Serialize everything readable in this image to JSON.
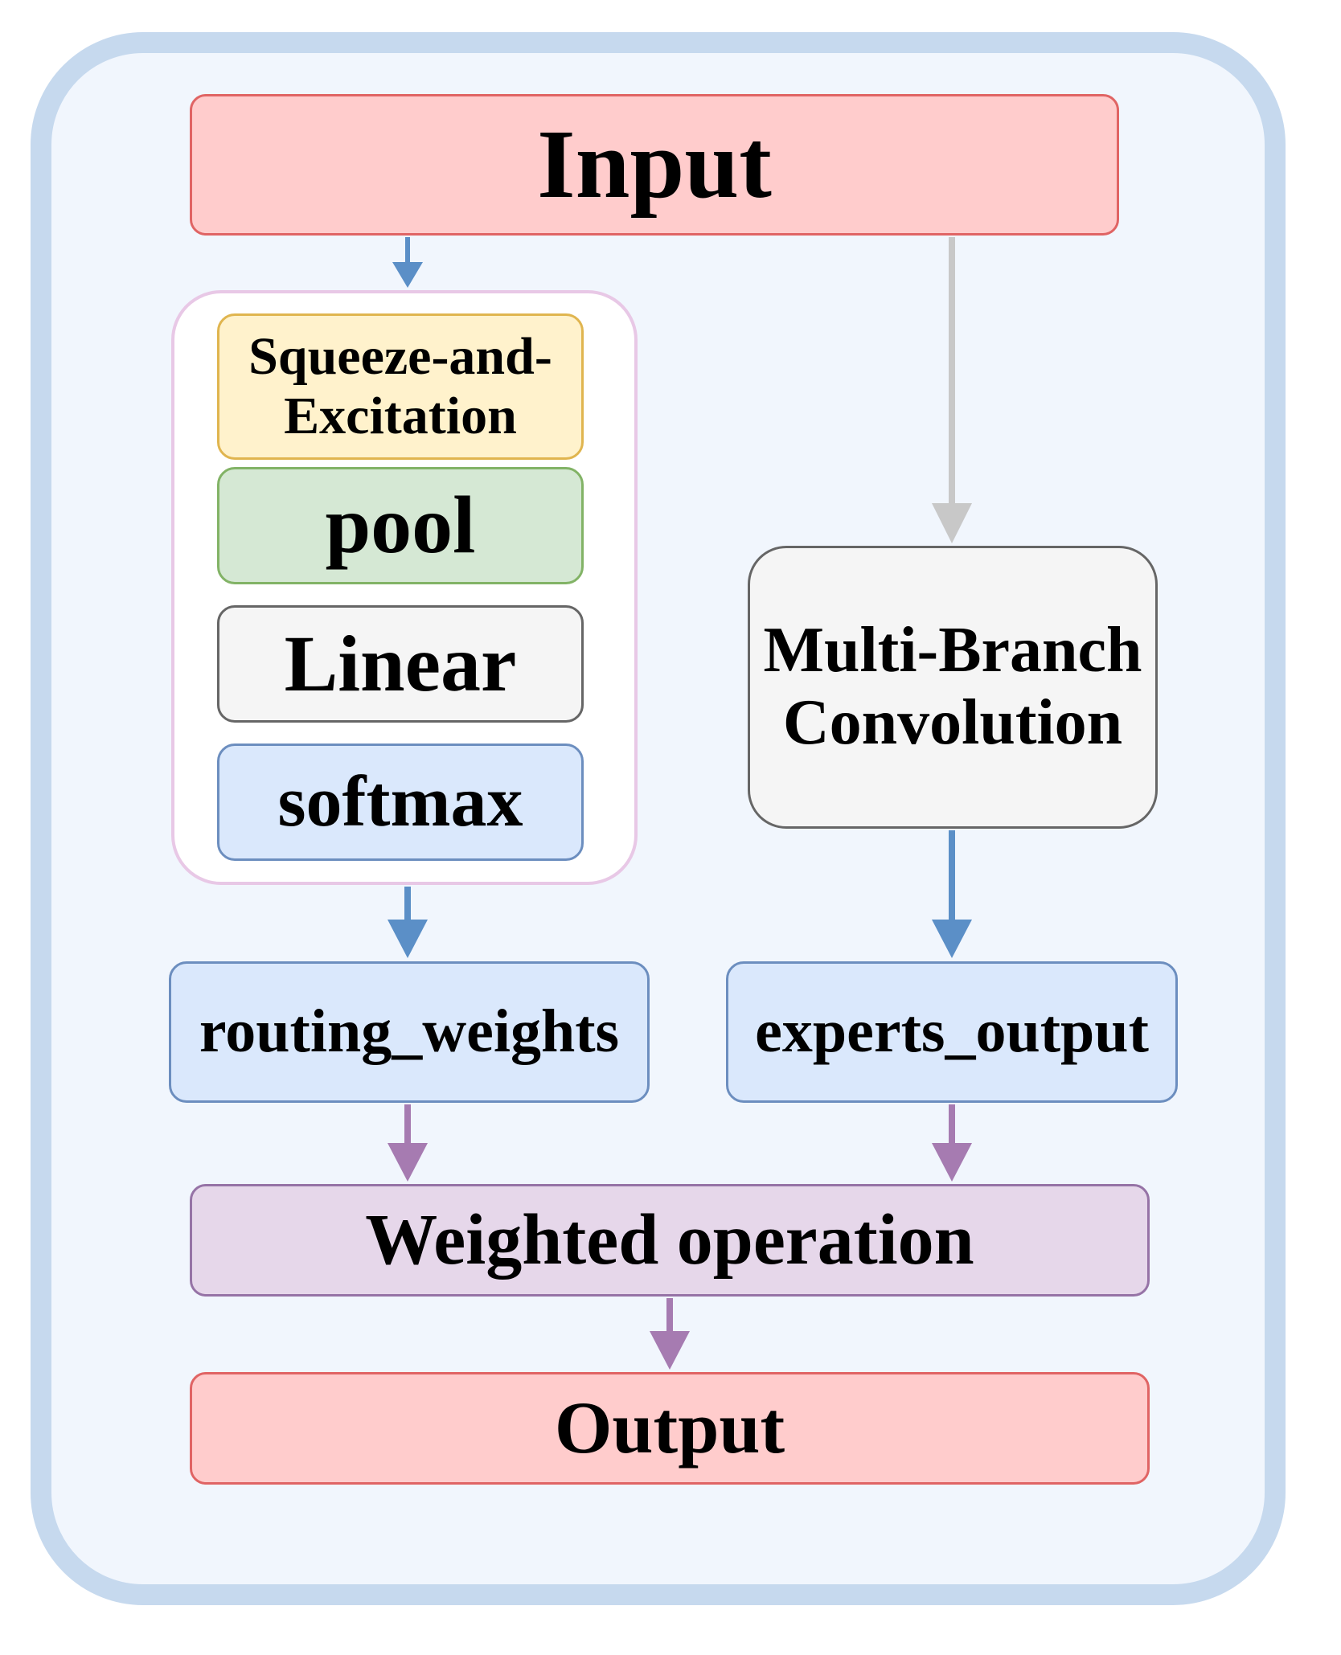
{
  "nodes": {
    "input": "Input",
    "se": "Squeeze-and-\nExcitation",
    "pool": "pool",
    "linear": "Linear",
    "softmax": "softmax",
    "mbc": "Multi-Branch\nConvolution",
    "routing": "routing_weights",
    "experts": "experts_output",
    "weighted": "Weighted operation",
    "output": "Output"
  },
  "colors": {
    "frame_fill": "#f1f6fd",
    "frame_border": "#c6d9ee",
    "io_fill": "#ffcccc",
    "io_border": "#e06464",
    "se_fill": "#fff2cc",
    "pool_fill": "#d5e8d4",
    "linear_fill": "#f5f5f5",
    "blue_fill": "#dae8fc",
    "weighted_fill": "#e6d7ea",
    "arrow_blue": "#5b8fc7",
    "arrow_grey": "#c8c8c8",
    "arrow_purple": "#a67bb1"
  }
}
